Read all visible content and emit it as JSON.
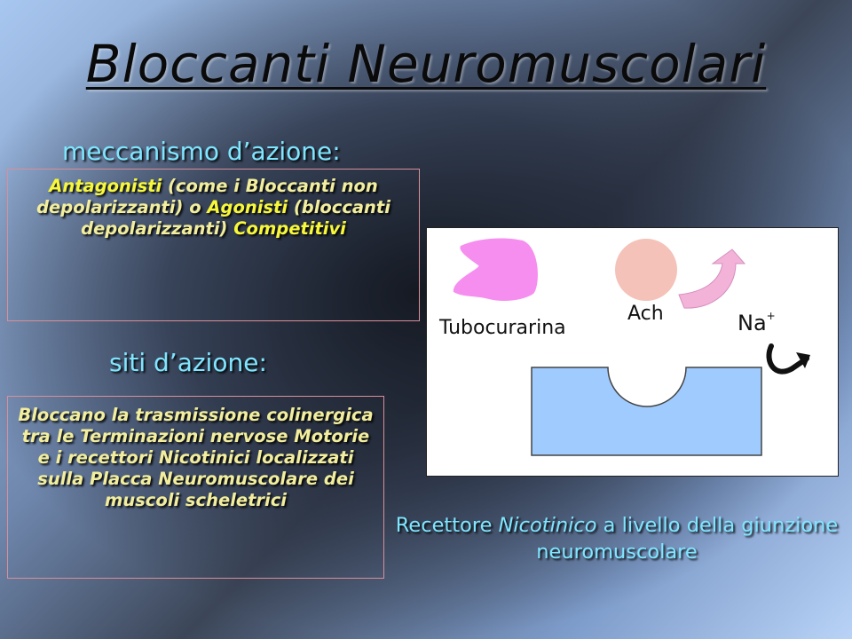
{
  "slide": {
    "title": "Bloccanti Neuromuscolari",
    "mechanism": {
      "heading": "meccanismo d’azione:",
      "part1": "Antagonisti",
      "part2": " (come i Bloccanti non depolarizzanti) o ",
      "part3": "Agonisti",
      "part4": " (bloccanti depolarizzanti) ",
      "part5": "Competitivi"
    },
    "sites": {
      "heading": "siti d’azione:",
      "text": "Bloccano la trasmissione colinergica tra le Terminazioni nervose Motorie e i recettori Nicotinici localizzati sulla Placca Neuromuscolare dei muscoli scheletrici"
    },
    "diagram": {
      "label_tubocurarina": "Tubocurarina",
      "label_ach": "Ach",
      "label_na": "Na",
      "label_na_charge": "+",
      "colors": {
        "tubocurarina": "#f68ef0",
        "ach": "#f4c2b8",
        "receptor": "#9fcbff",
        "arrow": "#f3b3d9"
      }
    },
    "caption": {
      "part1": "Recettore ",
      "part2": "Nicotinico",
      "part3": " a livello della giunzione neuromuscolare"
    }
  }
}
